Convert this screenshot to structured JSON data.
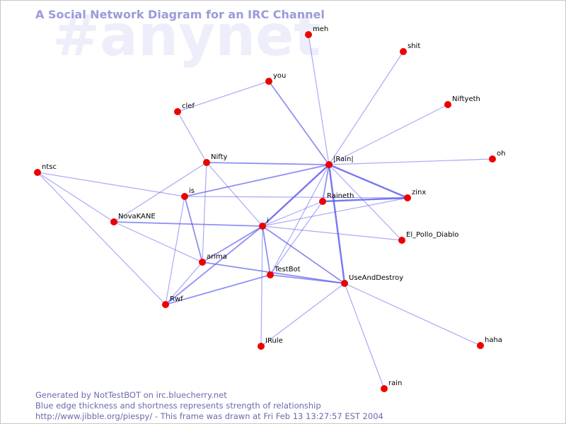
{
  "watermark": "#anynet",
  "title": "A Social Network Diagram for an IRC Channel",
  "footer": {
    "line1": "Generated by NotTestBOT on irc.bluecherry.net",
    "line2": "Blue edge thickness and shortness represents strength of relationship",
    "line3": "http://www.jibble.org/piespy/ - This frame was drawn at Fri Feb 13 13:27:57 EST 2004"
  },
  "colors": {
    "node": "#ee0000",
    "edge": "#5555ee",
    "title": "#9a9ada",
    "watermark": "#eeeefb"
  },
  "nodes": [
    {
      "id": "meh",
      "label": "meh"
    },
    {
      "id": "shit",
      "label": "shit"
    },
    {
      "id": "you",
      "label": "you"
    },
    {
      "id": "Niftyeth",
      "label": "Niftyeth"
    },
    {
      "id": "clef",
      "label": "clef"
    },
    {
      "id": "oh",
      "label": "oh"
    },
    {
      "id": "ntsc",
      "label": "ntsc"
    },
    {
      "id": "Nifty",
      "label": "Nifty"
    },
    {
      "id": "Rain",
      "label": "|Rain|"
    },
    {
      "id": "is",
      "label": "is"
    },
    {
      "id": "zinx",
      "label": "zinx"
    },
    {
      "id": "Raineth",
      "label": "Raineth"
    },
    {
      "id": "NovaKANE",
      "label": "NovaKANE"
    },
    {
      "id": "i",
      "label": "i"
    },
    {
      "id": "El_Pollo_Diablo",
      "label": "El_Pollo_Diablo"
    },
    {
      "id": "arima",
      "label": "arima"
    },
    {
      "id": "TestBot",
      "label": "TestBot"
    },
    {
      "id": "UseAndDestroy",
      "label": "UseAndDestroy"
    },
    {
      "id": "Rwf",
      "label": "Rwf"
    },
    {
      "id": "haha",
      "label": "haha"
    },
    {
      "id": "IRule",
      "label": "IRule"
    },
    {
      "id": "rain",
      "label": "rain"
    }
  ],
  "edges": [
    {
      "from": "Rain",
      "to": "meh",
      "weight": 1
    },
    {
      "from": "Rain",
      "to": "shit",
      "weight": 1
    },
    {
      "from": "Rain",
      "to": "you",
      "weight": 2
    },
    {
      "from": "Rain",
      "to": "Niftyeth",
      "weight": 1
    },
    {
      "from": "Rain",
      "to": "oh",
      "weight": 1
    },
    {
      "from": "Rain",
      "to": "Nifty",
      "weight": 2
    },
    {
      "from": "Rain",
      "to": "is",
      "weight": 2
    },
    {
      "from": "Rain",
      "to": "zinx",
      "weight": 3
    },
    {
      "from": "Rain",
      "to": "Raineth",
      "weight": 2
    },
    {
      "from": "Rain",
      "to": "i",
      "weight": 3
    },
    {
      "from": "Rain",
      "to": "UseAndDestroy",
      "weight": 3
    },
    {
      "from": "Rain",
      "to": "El_Pollo_Diablo",
      "weight": 1
    },
    {
      "from": "Rain",
      "to": "TestBot",
      "weight": 1
    },
    {
      "from": "clef",
      "to": "you",
      "weight": 1
    },
    {
      "from": "clef",
      "to": "Nifty",
      "weight": 1
    },
    {
      "from": "ntsc",
      "to": "NovaKANE",
      "weight": 1
    },
    {
      "from": "ntsc",
      "to": "is",
      "weight": 1
    },
    {
      "from": "ntsc",
      "to": "Rwf",
      "weight": 1
    },
    {
      "from": "Nifty",
      "to": "i",
      "weight": 1
    },
    {
      "from": "Nifty",
      "to": "arima",
      "weight": 1
    },
    {
      "from": "Nifty",
      "to": "NovaKANE",
      "weight": 1
    },
    {
      "from": "is",
      "to": "zinx",
      "weight": 1
    },
    {
      "from": "is",
      "to": "arima",
      "weight": 2
    },
    {
      "from": "is",
      "to": "Rwf",
      "weight": 1
    },
    {
      "from": "zinx",
      "to": "Raineth",
      "weight": 3
    },
    {
      "from": "zinx",
      "to": "i",
      "weight": 1
    },
    {
      "from": "Raineth",
      "to": "i",
      "weight": 1
    },
    {
      "from": "Raineth",
      "to": "TestBot",
      "weight": 1
    },
    {
      "from": "NovaKANE",
      "to": "i",
      "weight": 2
    },
    {
      "from": "NovaKANE",
      "to": "arima",
      "weight": 1
    },
    {
      "from": "i",
      "to": "El_Pollo_Diablo",
      "weight": 1
    },
    {
      "from": "i",
      "to": "arima",
      "weight": 2
    },
    {
      "from": "i",
      "to": "TestBot",
      "weight": 2
    },
    {
      "from": "i",
      "to": "UseAndDestroy",
      "weight": 2
    },
    {
      "from": "i",
      "to": "Rwf",
      "weight": 2
    },
    {
      "from": "i",
      "to": "IRule",
      "weight": 1
    },
    {
      "from": "arima",
      "to": "Rwf",
      "weight": 1
    },
    {
      "from": "arima",
      "to": "UseAndDestroy",
      "weight": 2
    },
    {
      "from": "TestBot",
      "to": "UseAndDestroy",
      "weight": 2
    },
    {
      "from": "TestBot",
      "to": "Rwf",
      "weight": 2
    },
    {
      "from": "UseAndDestroy",
      "to": "haha",
      "weight": 1
    },
    {
      "from": "UseAndDestroy",
      "to": "rain",
      "weight": 1
    },
    {
      "from": "UseAndDestroy",
      "to": "IRule",
      "weight": 1
    }
  ]
}
